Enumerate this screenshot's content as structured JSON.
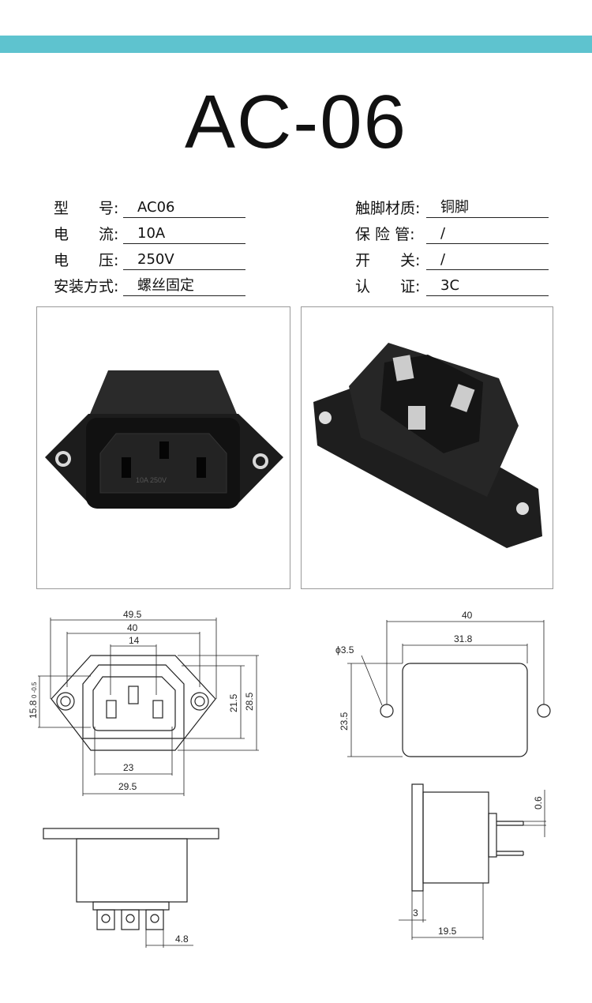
{
  "header": {
    "accent_color": "#5ec3cf",
    "title": "AC-06"
  },
  "specs": {
    "left": [
      {
        "label": "型　　号:",
        "value": "AC06"
      },
      {
        "label": "电　　流:",
        "value": "10A"
      },
      {
        "label": "电　　压:",
        "value": "250V"
      },
      {
        "label": "安装方式:",
        "value": "螺丝固定"
      }
    ],
    "right": [
      {
        "label": "触脚材质:",
        "value": "铜脚"
      },
      {
        "label": "保 险 管:",
        "value": "/"
      },
      {
        "label": "开　　关:",
        "value": "/"
      },
      {
        "label": "认　　证:",
        "value": "3C"
      }
    ]
  },
  "photos": {
    "front_marking": "10A 250V"
  },
  "drawings": {
    "front": {
      "overall": "49.5",
      "hole_spacing": "40",
      "pin_spacing": "14",
      "left_height": "15.8",
      "left_tol": "0\n-0.5",
      "inner_height": "21.5",
      "outer_height": "28.5",
      "inner_width": "23",
      "outer_width": "29.5"
    },
    "panel": {
      "hole_dia": "ϕ3.5",
      "width": "40",
      "cutout_width": "31.8",
      "height": "23.5"
    },
    "side": {
      "pin_thickness": "0.6",
      "flange": "3",
      "depth": "19.5"
    },
    "bottom": {
      "pin_pitch": "4.8"
    }
  }
}
